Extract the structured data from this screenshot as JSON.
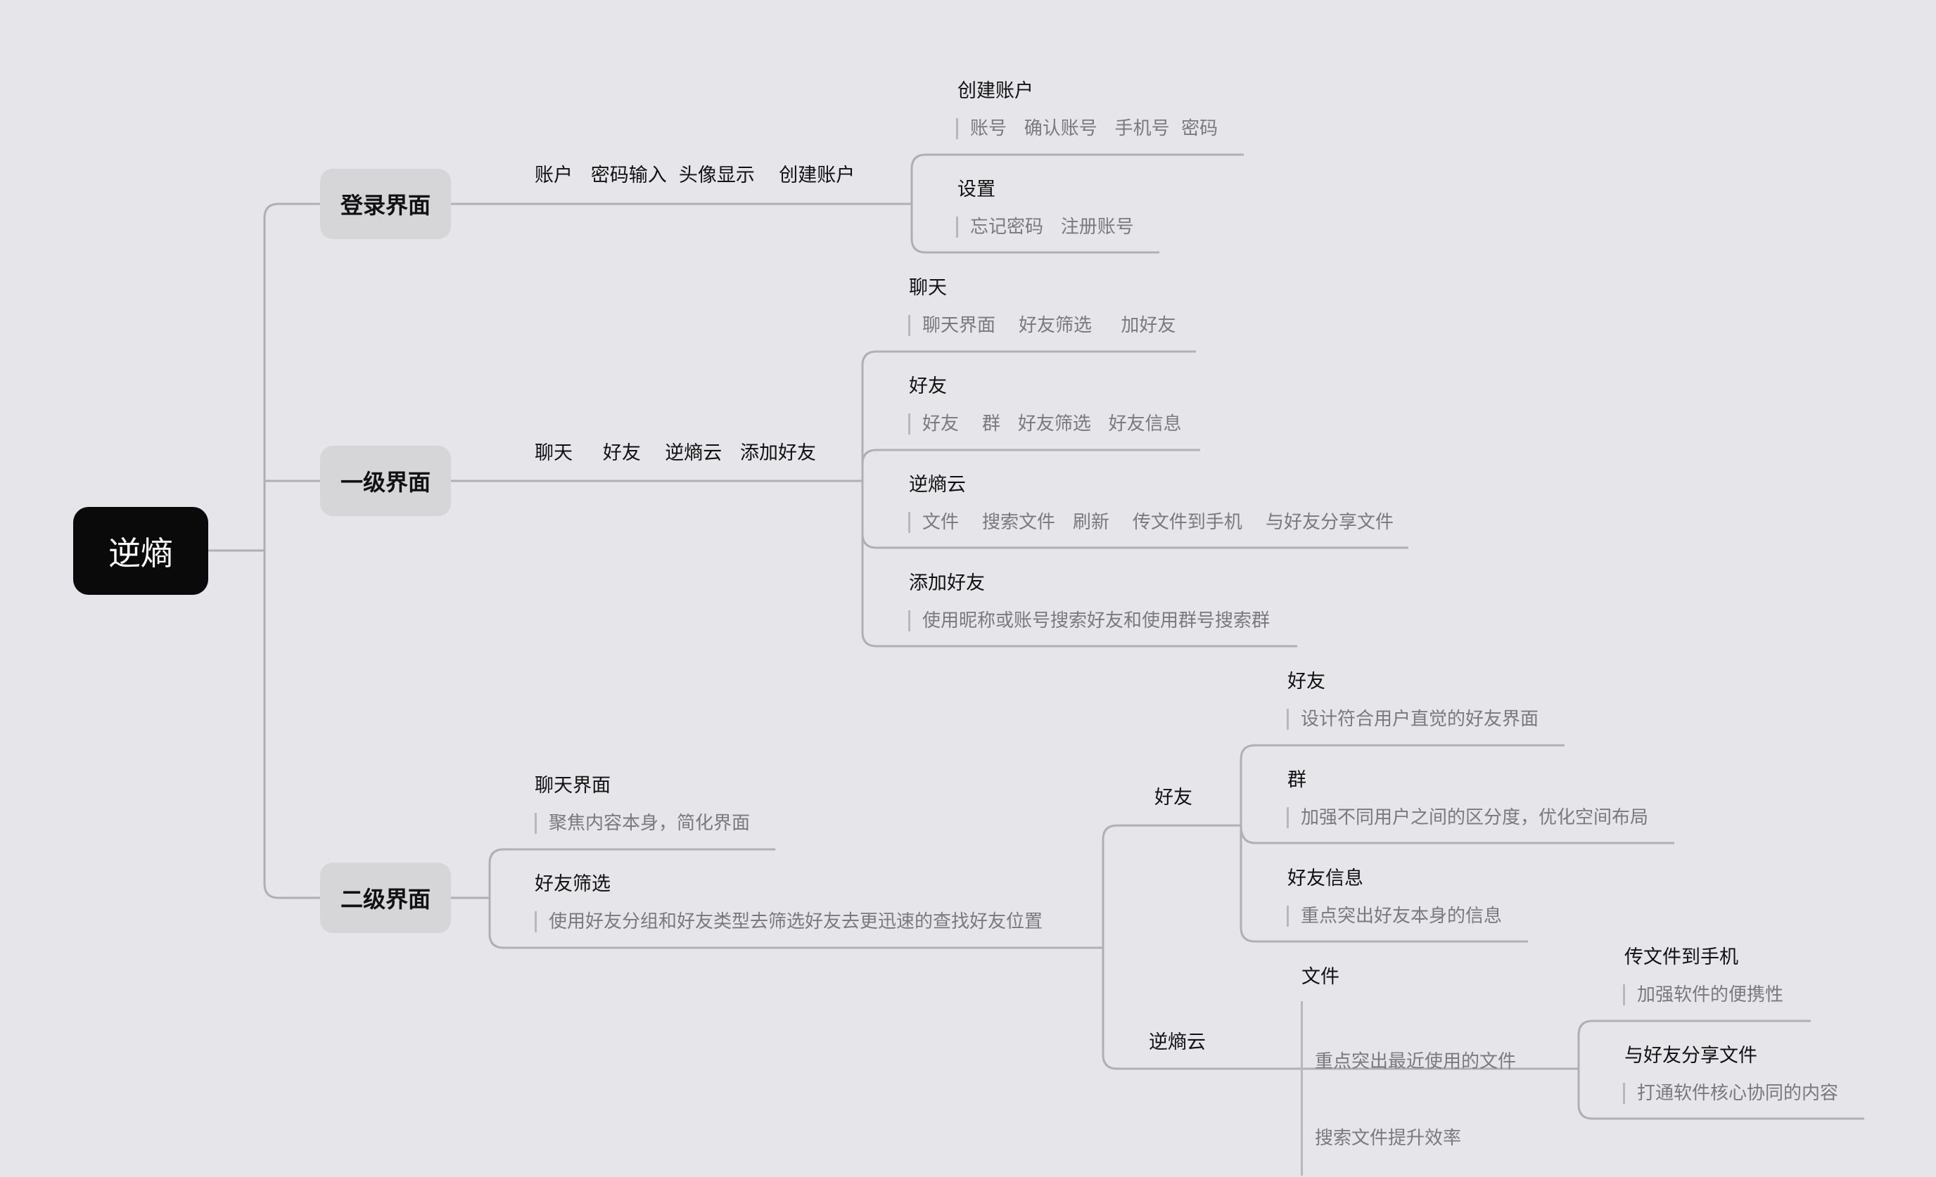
{
  "root": "逆熵",
  "colors": {
    "background": "#e6e6ea",
    "root_bg": "#0a0a0a",
    "node_bg": "#d6d6d9",
    "line": "#b0b0b4",
    "detail_text": "#7a7a7e"
  },
  "login": {
    "label": "登录界面",
    "summary": "账户   密码输入  头像显示    创建账户",
    "children": [
      {
        "title": "创建账户",
        "detail": "账号   确认账号   手机号  密码"
      },
      {
        "title": "设置",
        "detail": "忘记密码   注册账号"
      }
    ]
  },
  "level1": {
    "label": "一级界面",
    "summary": "聊天     好友    逆熵云   添加好友",
    "children": [
      {
        "title": "聊天",
        "detail": "聊天界面    好友筛选     加好友"
      },
      {
        "title": "好友",
        "detail": "好友    群   好友筛选   好友信息"
      },
      {
        "title": "逆熵云",
        "detail": "文件    搜索文件   刷新    传文件到手机    与好友分享文件"
      },
      {
        "title": "添加好友",
        "detail": "使用昵称或账号搜索好友和使用群号搜索群"
      }
    ]
  },
  "level2": {
    "label": "二级界面",
    "children": [
      {
        "title": "聊天界面",
        "detail": "聚焦内容本身，简化界面"
      },
      {
        "title": "好友筛选",
        "detail": "使用好友分组和好友类型去筛选好友去更迅速的查找好友位置"
      }
    ],
    "friends": {
      "label": "好友",
      "children": [
        {
          "title": "好友",
          "detail": "设计符合用户直觉的好友界面"
        },
        {
          "title": "群",
          "detail": "加强不同用户之间的区分度，优化空间布局"
        },
        {
          "title": "好友信息",
          "detail": "重点突出好友本身的信息"
        }
      ]
    },
    "cloud": {
      "label": "逆熵云",
      "file": {
        "title": "文件",
        "detail_lines": [
          "重点突出最近使用的文件",
          "搜索文件提升效率"
        ]
      },
      "children": [
        {
          "title": "传文件到手机",
          "detail": "加强软件的便携性"
        },
        {
          "title": "与好友分享文件",
          "detail": "打通软件核心协同的内容"
        }
      ]
    }
  }
}
